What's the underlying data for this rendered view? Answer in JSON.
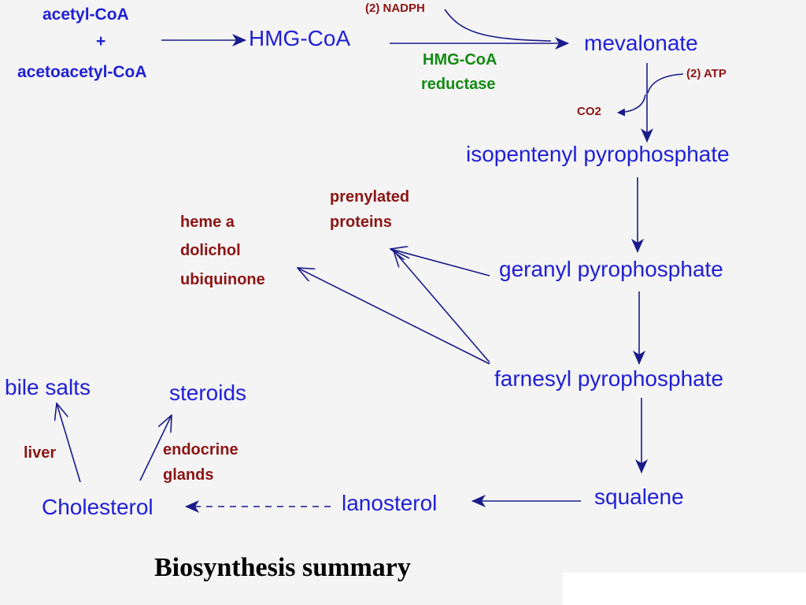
{
  "diagram": {
    "title": "Biosynthesis summary",
    "nodes": {
      "acetyl_coa": "acetyl-CoA",
      "plus": "+",
      "acetoacetyl_coa": "acetoacetyl-CoA",
      "hmg_coa": "HMG-CoA",
      "mevalonate": "mevalonate",
      "isopentenyl_pp": "isopentenyl pyrophosphate",
      "geranyl_pp": "geranyl pyrophosphate",
      "farnesyl_pp": "farnesyl pyrophosphate",
      "squalene": "squalene",
      "lanosterol": "lanosterol",
      "cholesterol": "Cholesterol",
      "bile_salts": "bile salts",
      "steroids": "steroids"
    },
    "cofactors": {
      "nadph": "(2) NADPH",
      "atp": "(2) ATP",
      "co2": "CO2"
    },
    "enzyme": {
      "line1": "HMG-CoA",
      "line2": "reductase"
    },
    "products": {
      "prenylated_line1": "prenylated",
      "prenylated_line2": "proteins",
      "heme_a": "heme a",
      "dolichol": "dolichol",
      "ubiquinone": "ubiquinone"
    },
    "tissues": {
      "liver": "liver",
      "endocrine_line1": "endocrine",
      "endocrine_line2": "glands"
    },
    "colors": {
      "metabolite": "#1f1fd6",
      "arrow": "#1a1a8a",
      "cofactor": "#8c1414",
      "enzyme": "#138a13",
      "background": "#f4f4f4"
    }
  }
}
